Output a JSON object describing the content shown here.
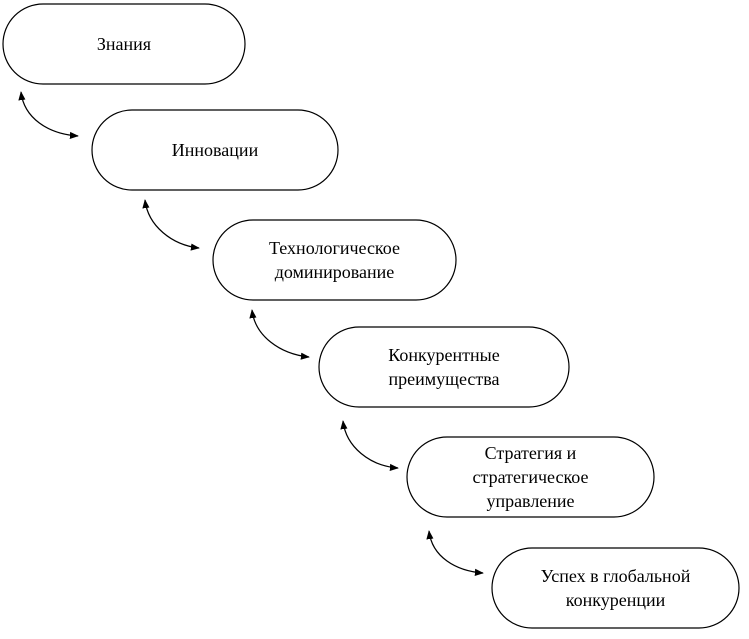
{
  "diagram": {
    "nodes": [
      {
        "id": "n1",
        "lines": [
          "Знания"
        ]
      },
      {
        "id": "n2",
        "lines": [
          "Инновации"
        ]
      },
      {
        "id": "n3",
        "lines": [
          "Технологическое",
          "доминирование"
        ]
      },
      {
        "id": "n4",
        "lines": [
          "Конкурентные",
          "преимущества"
        ]
      },
      {
        "id": "n5",
        "lines": [
          "Стратегия и",
          "стратегическое",
          "управление"
        ]
      },
      {
        "id": "n6",
        "lines": [
          "Успех в глобальной",
          "конкуренции"
        ]
      }
    ],
    "edges": [
      {
        "from": "n1",
        "to": "n2",
        "direction": "both"
      },
      {
        "from": "n2",
        "to": "n3",
        "direction": "both"
      },
      {
        "from": "n3",
        "to": "n4",
        "direction": "both"
      },
      {
        "from": "n4",
        "to": "n5",
        "direction": "both"
      },
      {
        "from": "n5",
        "to": "n6",
        "direction": "both"
      }
    ],
    "colors": {
      "stroke": "#000000",
      "fill": "#ffffff",
      "text": "#000000"
    }
  }
}
